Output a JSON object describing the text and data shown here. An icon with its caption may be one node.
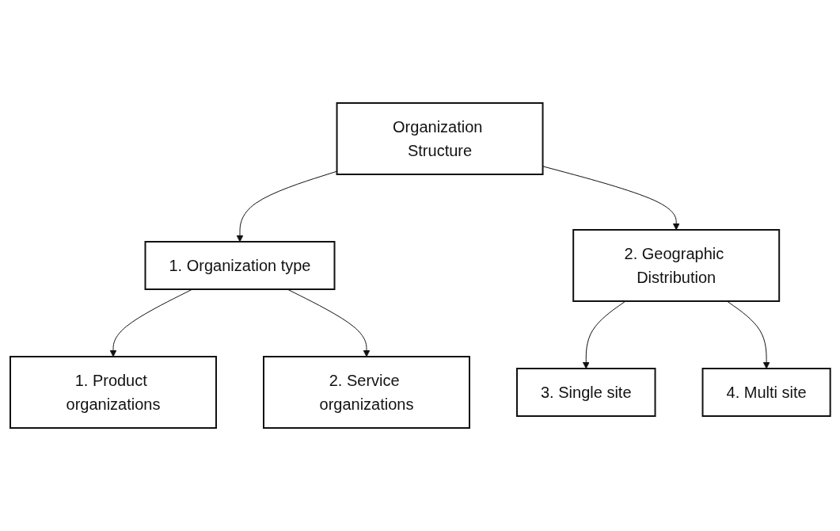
{
  "diagram": {
    "nodes": [
      {
        "text": [
          "Organization Structure"
        ]
      },
      {
        "text": [
          "1. Organization type"
        ]
      },
      {
        "text": [
          "2. Geographic Distribution"
        ]
      },
      {
        "text": [
          "1. Product organizations"
        ]
      },
      {
        "text": [
          "2. Service organizations"
        ]
      },
      {
        "text": [
          "3. Single site"
        ]
      },
      {
        "text": [
          "4. Multi site"
        ]
      }
    ],
    "edges": [
      {
        "from": 0,
        "to": 1,
        "arrow": "to"
      },
      {
        "from": 0,
        "to": 2,
        "arrow": "to"
      },
      {
        "from": 1,
        "to": 3,
        "arrow": "to"
      },
      {
        "from": 1,
        "to": 4,
        "arrow": "to"
      },
      {
        "from": 2,
        "to": 5,
        "arrow": "to"
      },
      {
        "from": 2,
        "to": 6,
        "arrow": "to"
      }
    ]
  }
}
